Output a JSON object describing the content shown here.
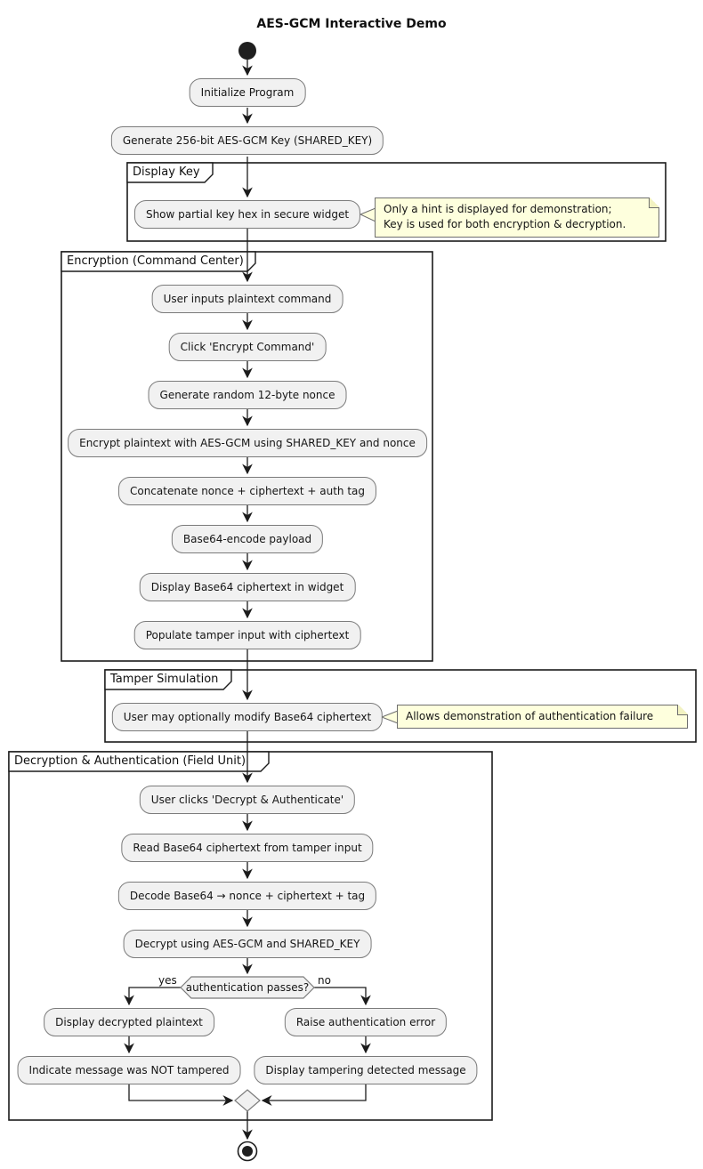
{
  "title": "AES-GCM Interactive Demo",
  "partitions": {
    "display_key": {
      "label": "Display Key"
    },
    "encryption": {
      "label": "Encryption (Command Center)"
    },
    "tamper": {
      "label": "Tamper Simulation"
    },
    "decryption": {
      "label": "Decryption & Authentication (Field Unit)"
    }
  },
  "activities": {
    "initialize": "Initialize Program",
    "generate_key": "Generate 256-bit AES-GCM Key (SHARED_KEY)",
    "show_partial_key": "Show partial key hex in secure widget",
    "user_inputs": "User inputs plaintext command",
    "click_encrypt": "Click 'Encrypt Command'",
    "generate_nonce": "Generate random 12-byte nonce",
    "encrypt_plaintext": "Encrypt plaintext with AES-GCM using SHARED_KEY and nonce",
    "concatenate": "Concatenate nonce + ciphertext + auth tag",
    "base64_encode": "Base64-encode payload",
    "display_ciphertext": "Display Base64 ciphertext in widget",
    "populate_tamper": "Populate tamper input with ciphertext",
    "modify_ciphertext": "User may optionally modify Base64 ciphertext",
    "click_decrypt": "User clicks 'Decrypt & Authenticate'",
    "read_ciphertext": "Read Base64 ciphertext from tamper input",
    "decode_base64": "Decode Base64 → nonce + ciphertext + tag",
    "decrypt": "Decrypt using AES-GCM and SHARED_KEY",
    "display_plaintext": "Display decrypted plaintext",
    "raise_error": "Raise authentication error",
    "indicate_not_tampered": "Indicate message was NOT tampered",
    "display_tampering": "Display tampering detected message"
  },
  "decision": {
    "condition": "authentication passes?",
    "yes_label": "yes",
    "no_label": "no"
  },
  "notes": {
    "key_note": "Only a hint is displayed for demonstration;\nKey is used for both encryption & decryption.",
    "tamper_note": "Allows demonstration of authentication failure"
  },
  "colors": {
    "activity_fill": "#f1f1f1",
    "note_fill": "#feffdd",
    "line": "#1b1b1b"
  }
}
